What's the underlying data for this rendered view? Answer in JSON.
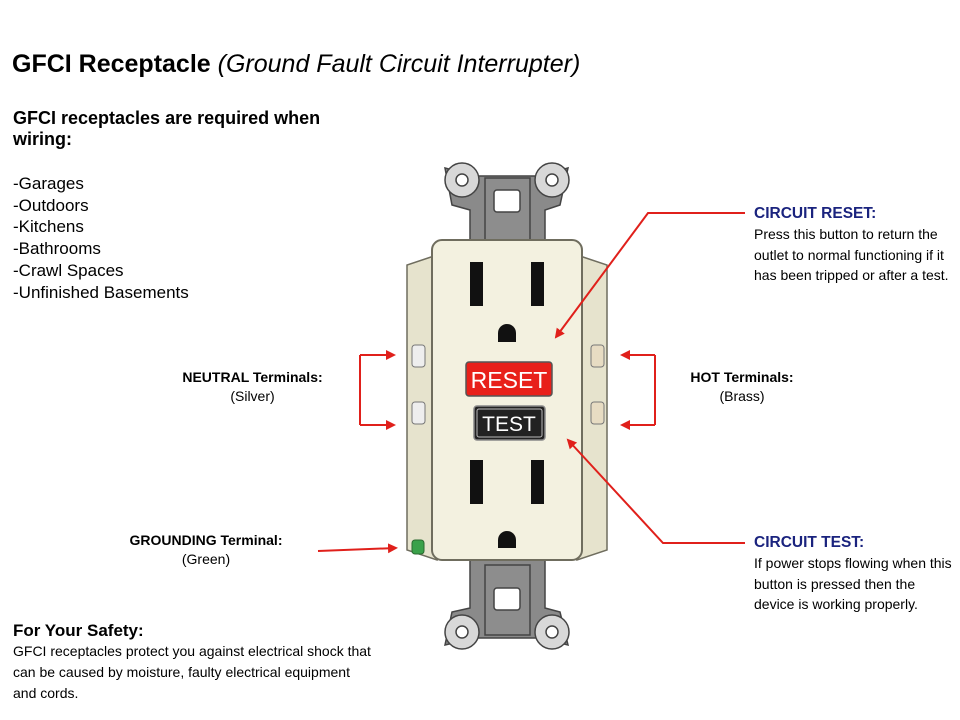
{
  "title": {
    "main": "GFCI Receptacle",
    "sub": "(Ground Fault Circuit Interrupter)"
  },
  "requirements": {
    "heading": "GFCI receptacles are required when wiring:",
    "items": [
      "-Garages",
      "-Outdoors",
      "-Kitchens",
      "-Bathrooms",
      "-Crawl Spaces",
      "-Unfinished Basements"
    ]
  },
  "labels": {
    "neutral_title": "NEUTRAL Terminals:",
    "neutral_sub": "(Silver)",
    "hot_title": "HOT Terminals:",
    "hot_sub": "(Brass)",
    "ground_title": "GROUNDING Terminal:",
    "ground_sub": "(Green)"
  },
  "callouts": {
    "reset_title": "CIRCUIT RESET:",
    "reset_text": "Press this button to return the outlet to normal functioning if it has been tripped or after a test.",
    "test_title": "CIRCUIT TEST:",
    "test_text": "If power stops flowing when this button is pressed then the device is working properly."
  },
  "buttons": {
    "reset": "RESET",
    "test": "TEST"
  },
  "safety": {
    "heading": "For Your Safety:",
    "text": "GFCI receptacles protect you against electrical shock that can be caused by moisture, faulty electrical equipment and cords."
  },
  "colors": {
    "arrow": "#e0201b",
    "callout_title": "#1a237e",
    "receptacle_body": "#f3f1e0",
    "reset_button": "#e8201a",
    "test_button": "#222222"
  }
}
